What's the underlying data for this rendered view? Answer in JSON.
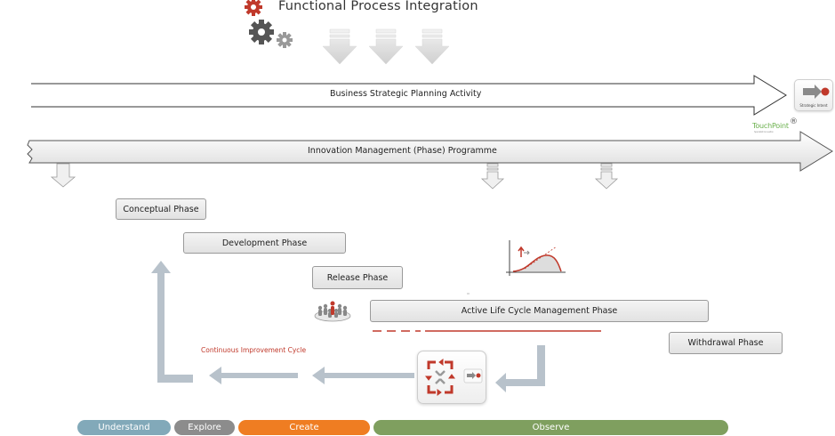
{
  "title": "Functional Process Integration",
  "bands": {
    "strategic": "Business Strategic Planning Activity",
    "innovation": "Innovation Management (Phase) Programme"
  },
  "phases": {
    "conceptual": "Conceptual  Phase",
    "development": "Development Phase",
    "release": "Release Phase",
    "active": "Active Life Cycle Management Phase",
    "withdrawal": "Withdrawal Phase"
  },
  "cycle_label": "Continuous Improvement Cycle",
  "strategic_intent": "Strategic Intent",
  "brand": {
    "name": "TouchPoint",
    "mark": "®",
    "tagline": "Specialist Innovation"
  },
  "stages": [
    "Understand",
    "Explore",
    "Create",
    "Observe"
  ],
  "colors": {
    "understand": "#82a9b9",
    "explore": "#8c8c8c",
    "create": "#ef7d22",
    "observe": "#7f9f5f",
    "accent_red": "#c0392b",
    "flow_arrow": "#b8c2cb"
  },
  "icons": [
    "gear-red-icon",
    "gear-dark-icon",
    "gear-grey-icon",
    "down-arrow-icon",
    "product-lifecycle-chart-icon",
    "people-group-icon",
    "cycle-icon",
    "strategic-intent-icon"
  ]
}
